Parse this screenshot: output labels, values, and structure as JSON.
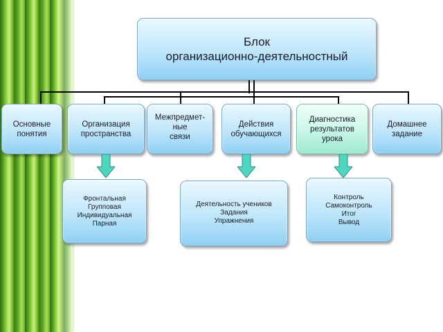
{
  "title": "Блок\nорганизационно-деятельностный",
  "categories": [
    {
      "id": "basic",
      "label": "Основные\nпонятия"
    },
    {
      "id": "space",
      "label": "Организация\nпространства"
    },
    {
      "id": "intersubject",
      "label": "Межпредмет-\nные\nсвязи"
    },
    {
      "id": "actions",
      "label": "Действия\nобучающихся"
    },
    {
      "id": "diagnostics",
      "label": "Диагностика\nрезультатов\nурока"
    },
    {
      "id": "homework",
      "label": "Домашнее\nзадание"
    }
  ],
  "details": {
    "space": "Фронтальная\nГрупповая\nИндивидуальная\nПарная",
    "actions": "Деятельность учеников\nЗадания\nУпражнения",
    "diagnostics": "Контроль\nСамоконтроль\nИтог\nВывод"
  },
  "colors": {
    "box_blue": "#bfe6fb",
    "box_green": "#c8f6e6",
    "arrow": "#4fd6c0",
    "connector": "#000000",
    "band_green": "#5ea622"
  }
}
